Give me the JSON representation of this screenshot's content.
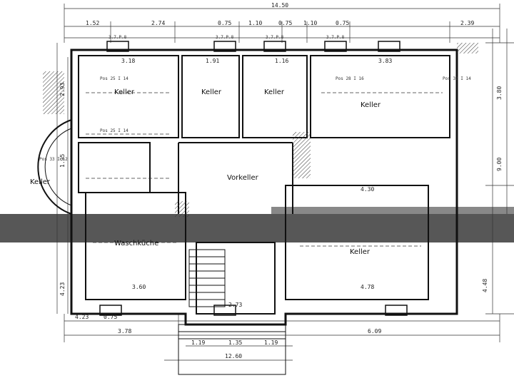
{
  "rooms": [
    {
      "id": "keller-1",
      "label": "Keller"
    },
    {
      "id": "keller-2",
      "label": "Keller"
    },
    {
      "id": "keller-3",
      "label": "Keller"
    },
    {
      "id": "keller-4",
      "label": "Keller"
    },
    {
      "id": "keller-round",
      "label": "Keller"
    },
    {
      "id": "vorkeller",
      "label": "Vorkeller"
    },
    {
      "id": "waschkueche",
      "label": "Waschküche"
    },
    {
      "id": "keller-5",
      "label": "Keller"
    }
  ],
  "dimensions": {
    "top_total": "14.50",
    "top_1": "1.52",
    "top_2": "2.74",
    "top_3": "0.75",
    "top_4": "1.10",
    "top_5": "0.75",
    "top_6": "1.10",
    "top_7": "0.75",
    "top_8": "2.39",
    "bottom_total": "12.60",
    "bottom_1": "3.78",
    "bottom_2": "6.09",
    "bottom_3": "4.23",
    "bottom_4": "0.75",
    "entry_1": "1.19",
    "entry_2": "1.35",
    "entry_3": "1.19",
    "entry_width": "2.73",
    "right_1": "3.80",
    "right_2": "9.00",
    "right_3": "4.48",
    "left_1": "2.93",
    "left_2": "1.95",
    "left_3": "4.23",
    "room_1": "3.18",
    "room_2": "1.91",
    "room_3": "1.16",
    "room_4": "3.83",
    "room_5": "3.60",
    "room_6": "4.78",
    "room_7": "4.30"
  },
  "notes": {
    "window_tag": "3.7.P.8",
    "pos_1": "Pos 25  I 14",
    "pos_2": "Pos 28  I 16",
    "pos_3": "Pos 25  I 14",
    "pos_4": "Pos 33  I 12",
    "pos_5": "Pos 32  I 14"
  }
}
